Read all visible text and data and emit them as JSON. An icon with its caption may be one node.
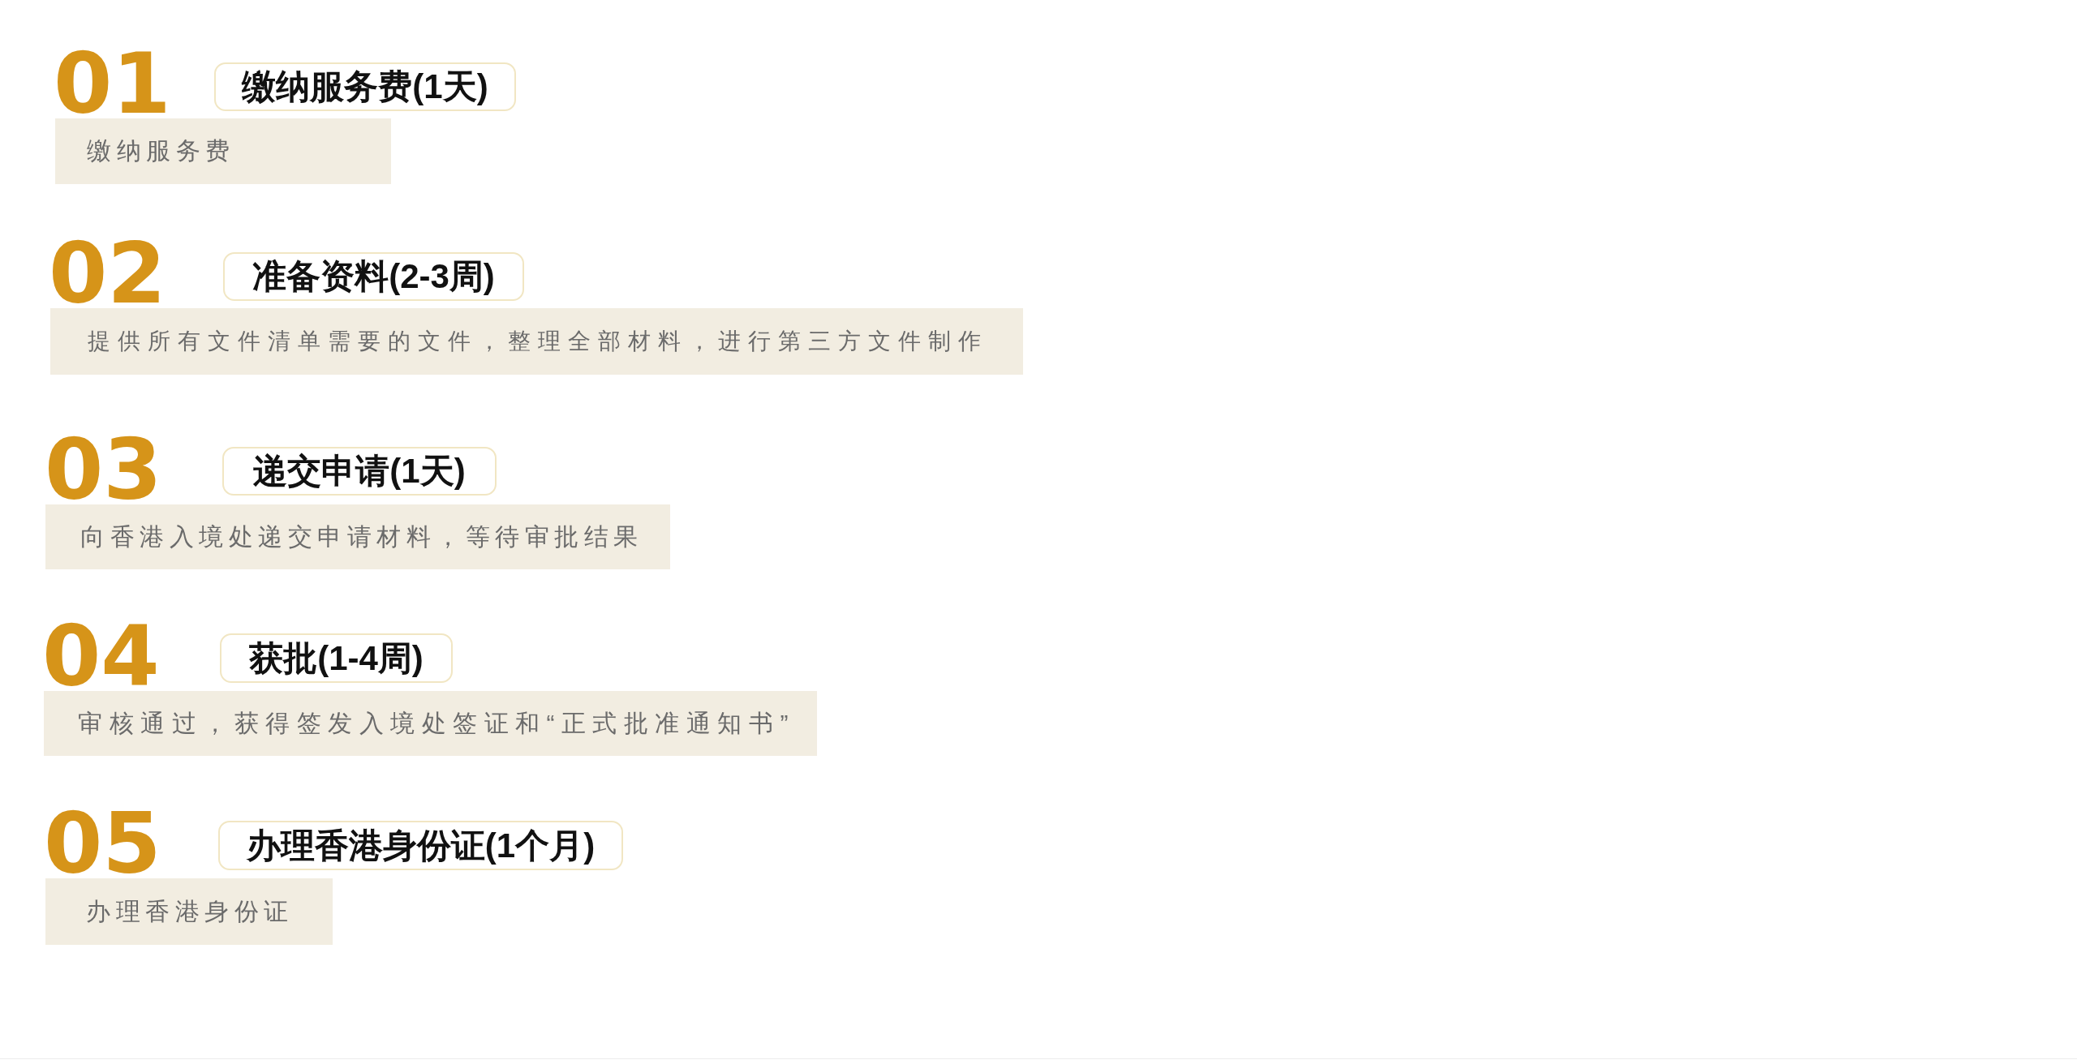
{
  "diagram": {
    "nodes": [
      {
        "text": [
          "缴纳服务费(1天)"
        ]
      },
      {
        "text": [
          "缴纳服务费"
        ],
        "beside": [
          "01"
        ]
      },
      {
        "text": [
          "准备资料(2-3周)"
        ]
      },
      {
        "text": [
          "提供所有文件清单需要的文件，整理全部材料，进行第三方文件制作"
        ],
        "beside": [
          "02"
        ]
      },
      {
        "text": [
          "递交申请(1天)"
        ]
      },
      {
        "text": [
          "向香港入境处递交申请材料，等待审批结果"
        ],
        "beside": [
          "03"
        ]
      },
      {
        "text": [
          "获批(1-4周)"
        ]
      },
      {
        "text": [
          "审核通过，获得签发入境处签证和“正式批准通知书”"
        ],
        "beside": [
          "04"
        ]
      },
      {
        "text": [
          "办理香港身份证(1个月)"
        ]
      },
      {
        "text": [
          "办理香港身份证"
        ],
        "beside": [
          "05"
        ]
      }
    ]
  }
}
